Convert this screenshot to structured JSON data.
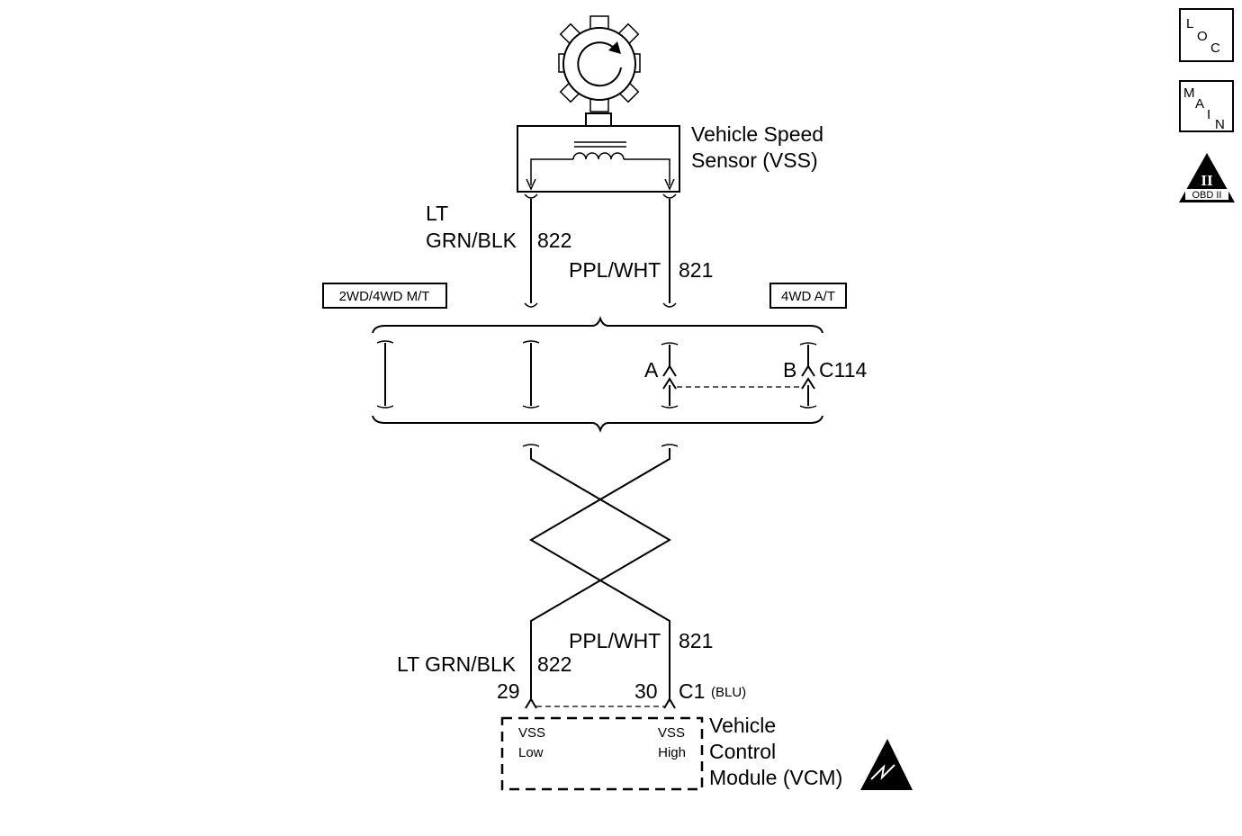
{
  "component": {
    "vss_name_line1": "Vehicle Speed",
    "vss_name_line2": "Sensor (VSS)",
    "vcm_name_line1": "Vehicle",
    "vcm_name_line2": "Control",
    "vcm_name_line3": "Module (VCM)"
  },
  "wires": {
    "left_color_line1": "LT",
    "left_color_line2": "GRN/BLK",
    "left_circuit": "822",
    "right_color": "PPL/WHT",
    "right_circuit": "821",
    "bottom_left_color": "LT GRN/BLK",
    "bottom_left_circuit": "822",
    "bottom_right_color": "PPL/WHT",
    "bottom_right_circuit": "821"
  },
  "options": {
    "left": "2WD/4WD M/T",
    "right": "4WD A/T"
  },
  "connectors": {
    "c114_name": "C114",
    "c114_pin_a": "A",
    "c114_pin_b": "B",
    "c1_name": "C1",
    "c1_color": "(BLU)",
    "pin_left": "29",
    "pin_right": "30"
  },
  "vcm_terminals": {
    "low_line1": "VSS",
    "low_line2": "Low",
    "high_line1": "VSS",
    "high_line2": "High"
  },
  "side_icons": {
    "loc": [
      "L",
      "O",
      "C"
    ],
    "main": [
      "M",
      "A",
      "I",
      "N"
    ],
    "obd_numeral": "II",
    "obd_label": "OBD II"
  }
}
